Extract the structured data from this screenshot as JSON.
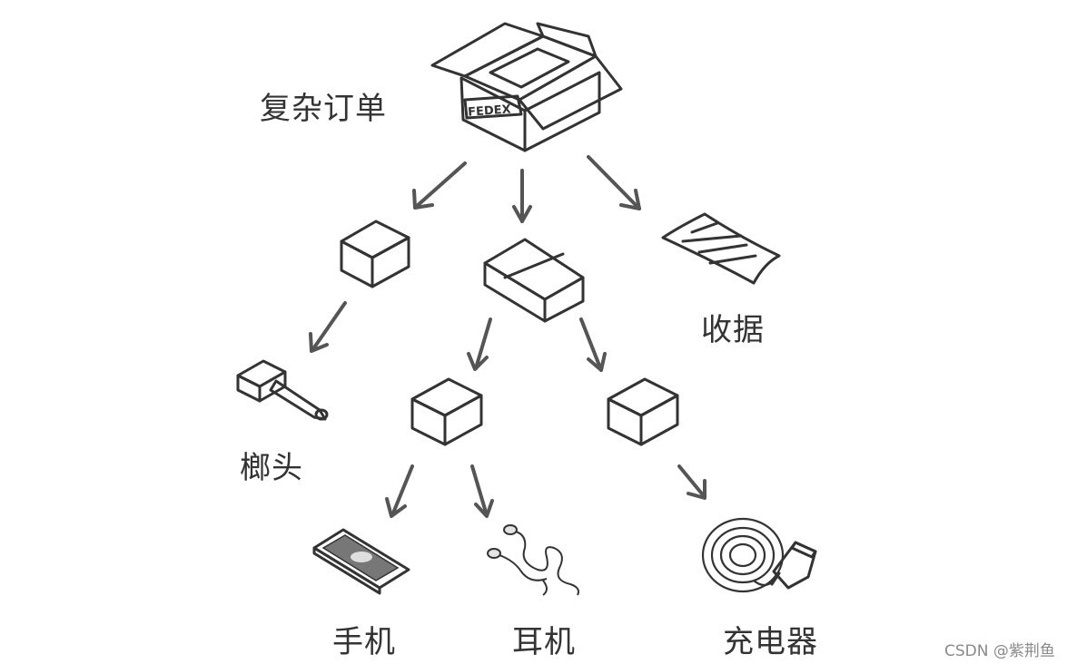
{
  "nodes": {
    "complex_order": {
      "label": "复杂订单",
      "box_text": "FEDEX"
    },
    "receipt": {
      "label": "收据"
    },
    "hammer": {
      "label": "榔头"
    },
    "phone": {
      "label": "手机"
    },
    "earphones": {
      "label": "耳机"
    },
    "charger": {
      "label": "充电器"
    }
  },
  "watermark": "CSDN @紫荆鱼",
  "colors": {
    "box_top": "#e8e8e6",
    "box_left": "#d4d4d2",
    "box_right": "#bdbdbb",
    "arrow": "#555555",
    "label": "#333333"
  }
}
